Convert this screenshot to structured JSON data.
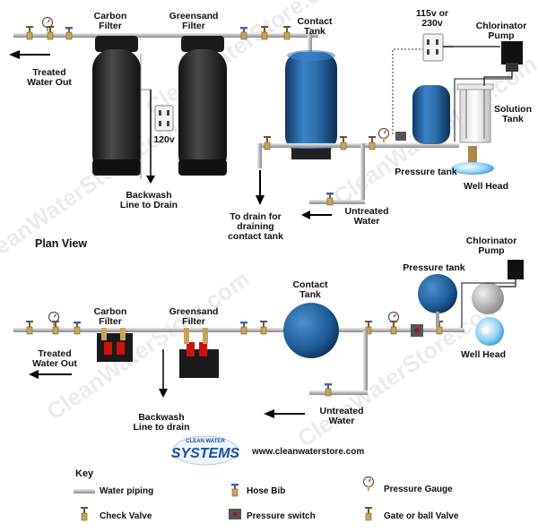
{
  "top_view": {
    "carbon_filter": "Carbon\nFilter",
    "greensand_filter": "Greensand\nFilter",
    "contact_tank": "Contact\nTank",
    "outlet_voltage": "115v or\n230v",
    "chlorinator_pump": "Chlorinator\nPump",
    "treated_water_out": "Treated\nWater Out",
    "outlet_120v": "120v",
    "solution_tank": "Solution\nTank",
    "pressure_tank": "Pressure tank",
    "well_head": "Well Head",
    "backwash": "Backwash\nLine to Drain",
    "untreated_water": "Untreated\nWater",
    "drain_contact": "To drain for\ndraining\ncontact tank"
  },
  "plan_view": {
    "title": "Plan View",
    "chlorinator_pump": "Chlorinator\nPump",
    "pressure_tank": "Pressure tank",
    "contact_tank": "Contact\nTank",
    "carbon_filter": "Carbon\nFilter",
    "greensand_filter": "Greensand\nFilter",
    "treated_water_out": "Treated\nWater Out",
    "well_head": "Well Head",
    "backwash": "Backwash\nLine to drain",
    "untreated_water": "Untreated\nWater"
  },
  "brand": {
    "logo_top": "CLEAN WATER",
    "logo_main": "SYSTEMS",
    "website": "www.cleanwaterstore.com",
    "watermark": "CleanWaterStore.com"
  },
  "key": {
    "title": "Key",
    "water_piping": "Water piping",
    "check_valve": "Check Valve",
    "hose_bib": "Hose Bib",
    "pressure_switch": "Pressure switch",
    "pressure_gauge": "Pressure Gauge",
    "gate_valve": "Gate or ball Valve"
  },
  "colors": {
    "pipe": "#c8c8c8",
    "tank_blue": "#1f5f9f",
    "filter_dark": "#2a2a2a",
    "brass": "#c8a45a",
    "red_fitting": "#cc1111"
  }
}
